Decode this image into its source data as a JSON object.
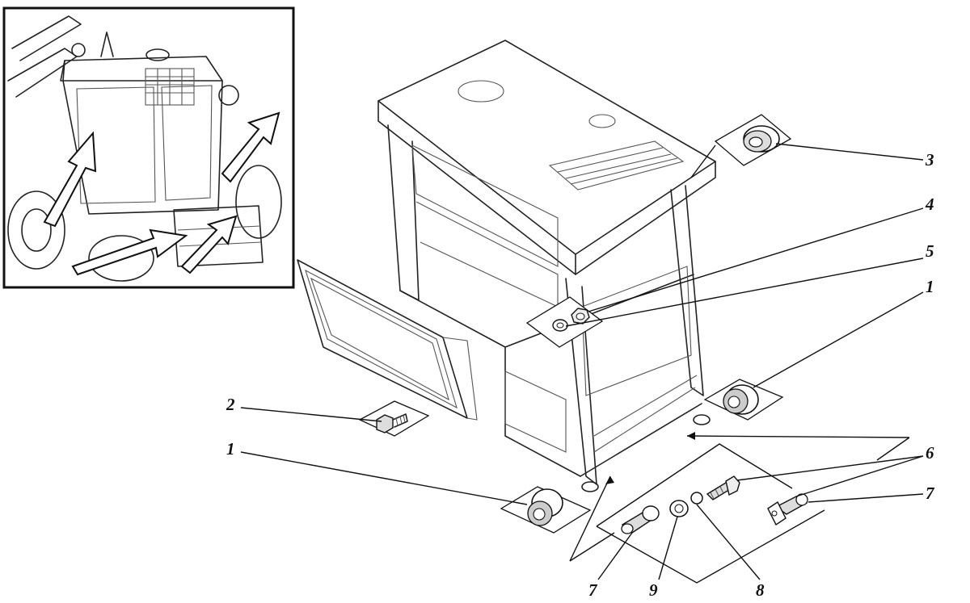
{
  "figure": {
    "callouts": [
      {
        "id": "c3",
        "label": "3"
      },
      {
        "id": "c4",
        "label": "4"
      },
      {
        "id": "c5",
        "label": "5"
      },
      {
        "id": "c1r",
        "label": "1"
      },
      {
        "id": "c2",
        "label": "2"
      },
      {
        "id": "c1l",
        "label": "1"
      },
      {
        "id": "c6",
        "label": "6"
      },
      {
        "id": "c7r",
        "label": "7"
      },
      {
        "id": "c7b",
        "label": "7"
      },
      {
        "id": "c9",
        "label": "9"
      },
      {
        "id": "c8",
        "label": "8"
      }
    ]
  }
}
